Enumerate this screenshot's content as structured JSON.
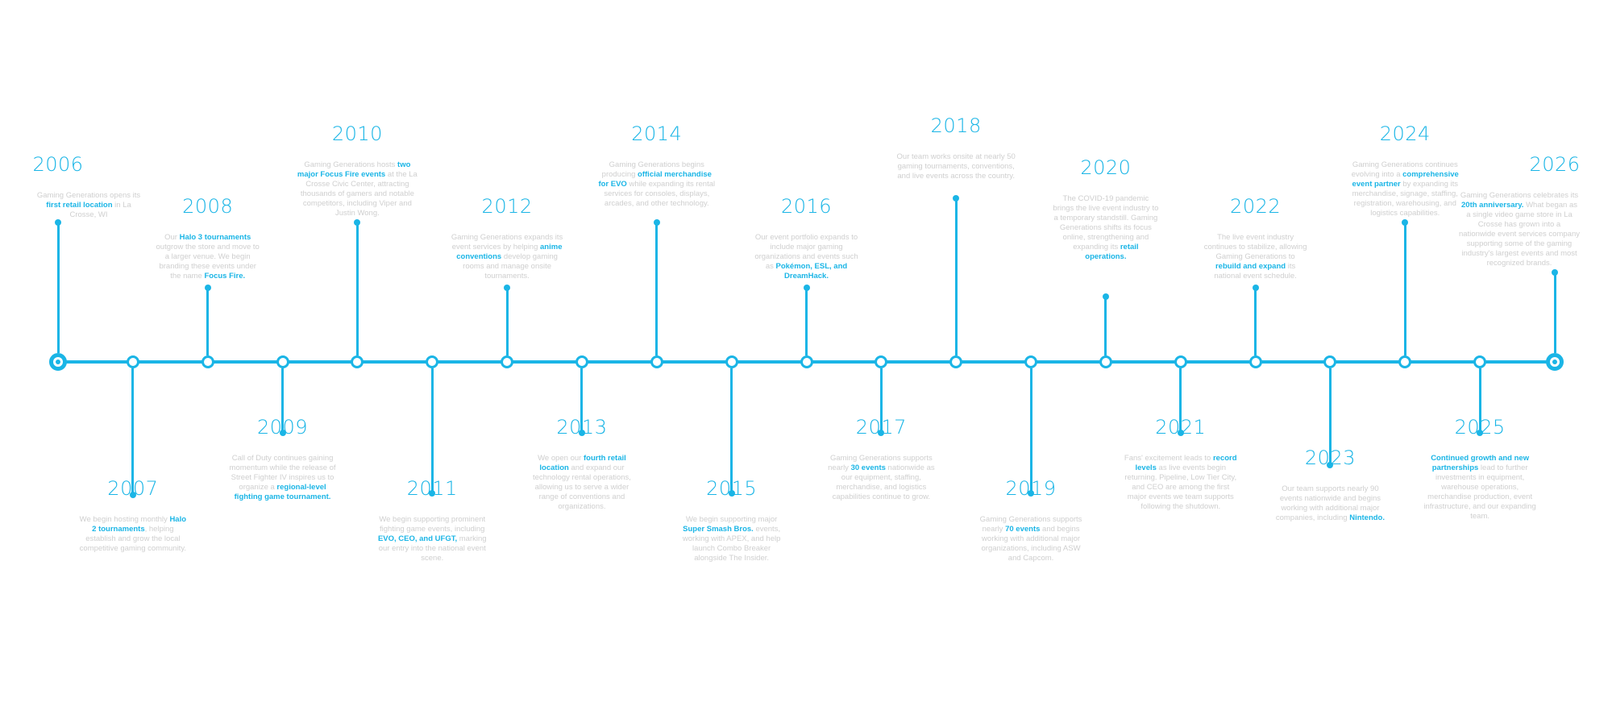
{
  "colors": {
    "accent": "#1ab5e6",
    "text": "#cfcfcf",
    "background": "#ffffff"
  },
  "events": [
    {
      "year": "2006",
      "side": "top",
      "parts": [
        [
          "Gaming Generations opens its ",
          false
        ],
        [
          "first retail location",
          true
        ],
        [
          " in La Crosse, WI",
          false
        ]
      ]
    },
    {
      "year": "2007",
      "side": "bottom",
      "parts": [
        [
          "We begin hosting monthly ",
          false
        ],
        [
          "Halo 2 tournaments",
          true
        ],
        [
          ", helping establish and grow the local competitive gaming community.",
          false
        ]
      ]
    },
    {
      "year": "2008",
      "side": "top",
      "parts": [
        [
          "Our ",
          false
        ],
        [
          "Halo 3 tournaments",
          true
        ],
        [
          " outgrow the store and move to a larger venue. We begin branding these events under the name ",
          false
        ],
        [
          "Focus Fire.",
          true
        ]
      ]
    },
    {
      "year": "2009",
      "side": "bottom",
      "parts": [
        [
          "Call of Duty continues gaining momentum while the release of Street Fighter IV inspires us to organize a ",
          false
        ],
        [
          "regional-level fighting game tournament.",
          true
        ]
      ]
    },
    {
      "year": "2010",
      "side": "top",
      "parts": [
        [
          "Gaming Generations hosts ",
          false
        ],
        [
          "two major Focus Fire events",
          true
        ],
        [
          " at the La Crosse Civic Center, attracting thousands of gamers and notable competitors, including Viper and Justin Wong.",
          false
        ]
      ]
    },
    {
      "year": "2011",
      "side": "bottom",
      "parts": [
        [
          "We begin supporting prominent fighting game events, including ",
          false
        ],
        [
          "EVO, CEO, and UFGT,",
          true
        ],
        [
          " marking our entry into the national event scene.",
          false
        ]
      ]
    },
    {
      "year": "2012",
      "side": "top",
      "parts": [
        [
          "Gaming Generations expands its event services by helping ",
          false
        ],
        [
          "anime conventions",
          true
        ],
        [
          " develop gaming rooms and manage onsite tournaments.",
          false
        ]
      ]
    },
    {
      "year": "2013",
      "side": "bottom",
      "parts": [
        [
          "We open our ",
          false
        ],
        [
          "fourth retail location",
          true
        ],
        [
          " and expand our technology rental operations, allowing us to serve a wider range of conventions and organizations.",
          false
        ]
      ]
    },
    {
      "year": "2014",
      "side": "top",
      "parts": [
        [
          "Gaming Generations begins producing ",
          false
        ],
        [
          "official merchandise for EVO",
          true
        ],
        [
          " while expanding its rental services for consoles, displays, arcades, and other technology.",
          false
        ]
      ]
    },
    {
      "year": "2015",
      "side": "bottom",
      "parts": [
        [
          "We begin supporting major ",
          false
        ],
        [
          "Super Smash Bros.",
          true
        ],
        [
          " events, working with APEX, and help launch Combo Breaker alongside The Insider.",
          false
        ]
      ]
    },
    {
      "year": "2016",
      "side": "top",
      "parts": [
        [
          "Our event portfolio expands to include major gaming organizations and events such as ",
          false
        ],
        [
          "Pokémon, ESL, and DreamHack.",
          true
        ]
      ]
    },
    {
      "year": "2017",
      "side": "bottom",
      "parts": [
        [
          "Gaming Generations supports nearly ",
          false
        ],
        [
          "30 events",
          true
        ],
        [
          " nationwide as our equipment, staffing, merchandise, and logistics capabilities continue to grow.",
          false
        ]
      ]
    },
    {
      "year": "2018",
      "side": "top",
      "parts": [
        [
          "Our team works onsite at nearly 50 gaming tournaments, conventions, and live events across the country.",
          false
        ]
      ]
    },
    {
      "year": "2019",
      "side": "bottom",
      "parts": [
        [
          "Gaming Generations supports nearly ",
          false
        ],
        [
          "70 events",
          true
        ],
        [
          " and begins working with additional major organizations, including ASW and Capcom.",
          false
        ]
      ]
    },
    {
      "year": "2020",
      "side": "top",
      "parts": [
        [
          "The COVID-19 pandemic brings the live event industry to a temporary standstill. Gaming Generations shifts its focus online, strengthening and expanding its ",
          false
        ],
        [
          "retail operations.",
          true
        ]
      ]
    },
    {
      "year": "2021",
      "side": "bottom",
      "parts": [
        [
          "Fans' excitement leads to ",
          false
        ],
        [
          "record levels",
          true
        ],
        [
          " as live events begin returning. Pipeline, Low Tier City, and CEO are among the first major events we team supports following the shutdown.",
          false
        ]
      ]
    },
    {
      "year": "2022",
      "side": "top",
      "parts": [
        [
          "The live event industry continues to stabilize, allowing Gaming Generations to ",
          false
        ],
        [
          "rebuild and expand",
          true
        ],
        [
          " its national event schedule.",
          false
        ]
      ]
    },
    {
      "year": "2023",
      "side": "bottom",
      "parts": [
        [
          "Our team supports nearly 90 events nationwide and begins working with additional major companies, including ",
          false
        ],
        [
          "Nintendo.",
          true
        ]
      ]
    },
    {
      "year": "2024",
      "side": "top",
      "parts": [
        [
          "Gaming Generations continues evolving into a ",
          false
        ],
        [
          "comprehensive event partner",
          true
        ],
        [
          " by expanding its merchandise, signage, staffing, registration, warehousing, and logistics capabilities.",
          false
        ]
      ]
    },
    {
      "year": "2025",
      "side": "bottom",
      "parts": [
        [
          "Continued growth and new partnerships",
          true
        ],
        [
          " lead to further investments in equipment, warehouse operations, merchandise production, event infrastructure, and our expanding team.",
          false
        ]
      ]
    },
    {
      "year": "2026",
      "side": "top",
      "parts": [
        [
          "Gaming Generations celebrates its ",
          false
        ],
        [
          "20th anniversary.",
          true
        ],
        [
          " What began as a single video game store in La Crosse has grown into a nationwide event services company supporting some of the gaming industry's largest events and most recognized brands.",
          false
        ]
      ]
    }
  ]
}
